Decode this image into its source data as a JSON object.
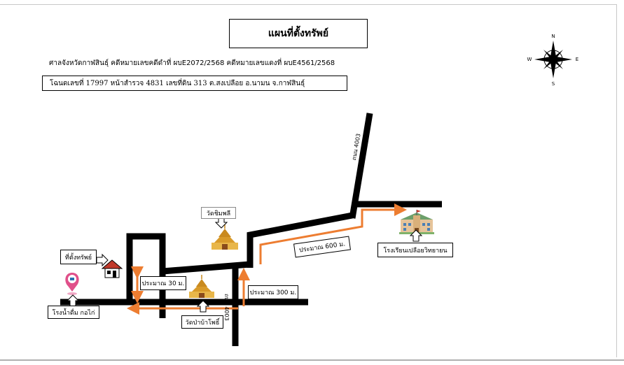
{
  "title": "แผนที่ตั้งทรัพย์",
  "court_line": "ศาลจังหวัดกาฬสินธุ์ คดีหมายเลขคดีดำที่ ผบE2072/2568  คดีหมายเลขแดงที่ ผบE4561/2568",
  "deed_line": "โฉนดเลขที่  17997  หน้าสำรวจ  4831  เลขที่ดิน  313  ต.สงเปลือย  อ.นามน  จ.กาฬสินธุ์",
  "compass": {
    "n": "N",
    "s": "S",
    "e": "E",
    "w": "W"
  },
  "roads": {
    "road_4003_top": "ถนน 4003",
    "road_4003_bottom": "ถนน 4003"
  },
  "labels": {
    "property": "ที่ตั้งทรัพย์",
    "water_factory": "โรงน้ำดื่ม กอไก่",
    "wat_chimphli": "วัดชิมพลี",
    "wat_pa": "วัดป่าบ้าโพธิ์",
    "school": "โรงเรียนเปลือยวิทยายน"
  },
  "distances": {
    "d30": "ประมาณ 30 ม.",
    "d300": "ประมาณ 300 ม.",
    "d600": "ประมาณ 600 ม."
  },
  "colors": {
    "road": "#000000",
    "route": "#ed7d31",
    "pin": "#e0508a"
  }
}
